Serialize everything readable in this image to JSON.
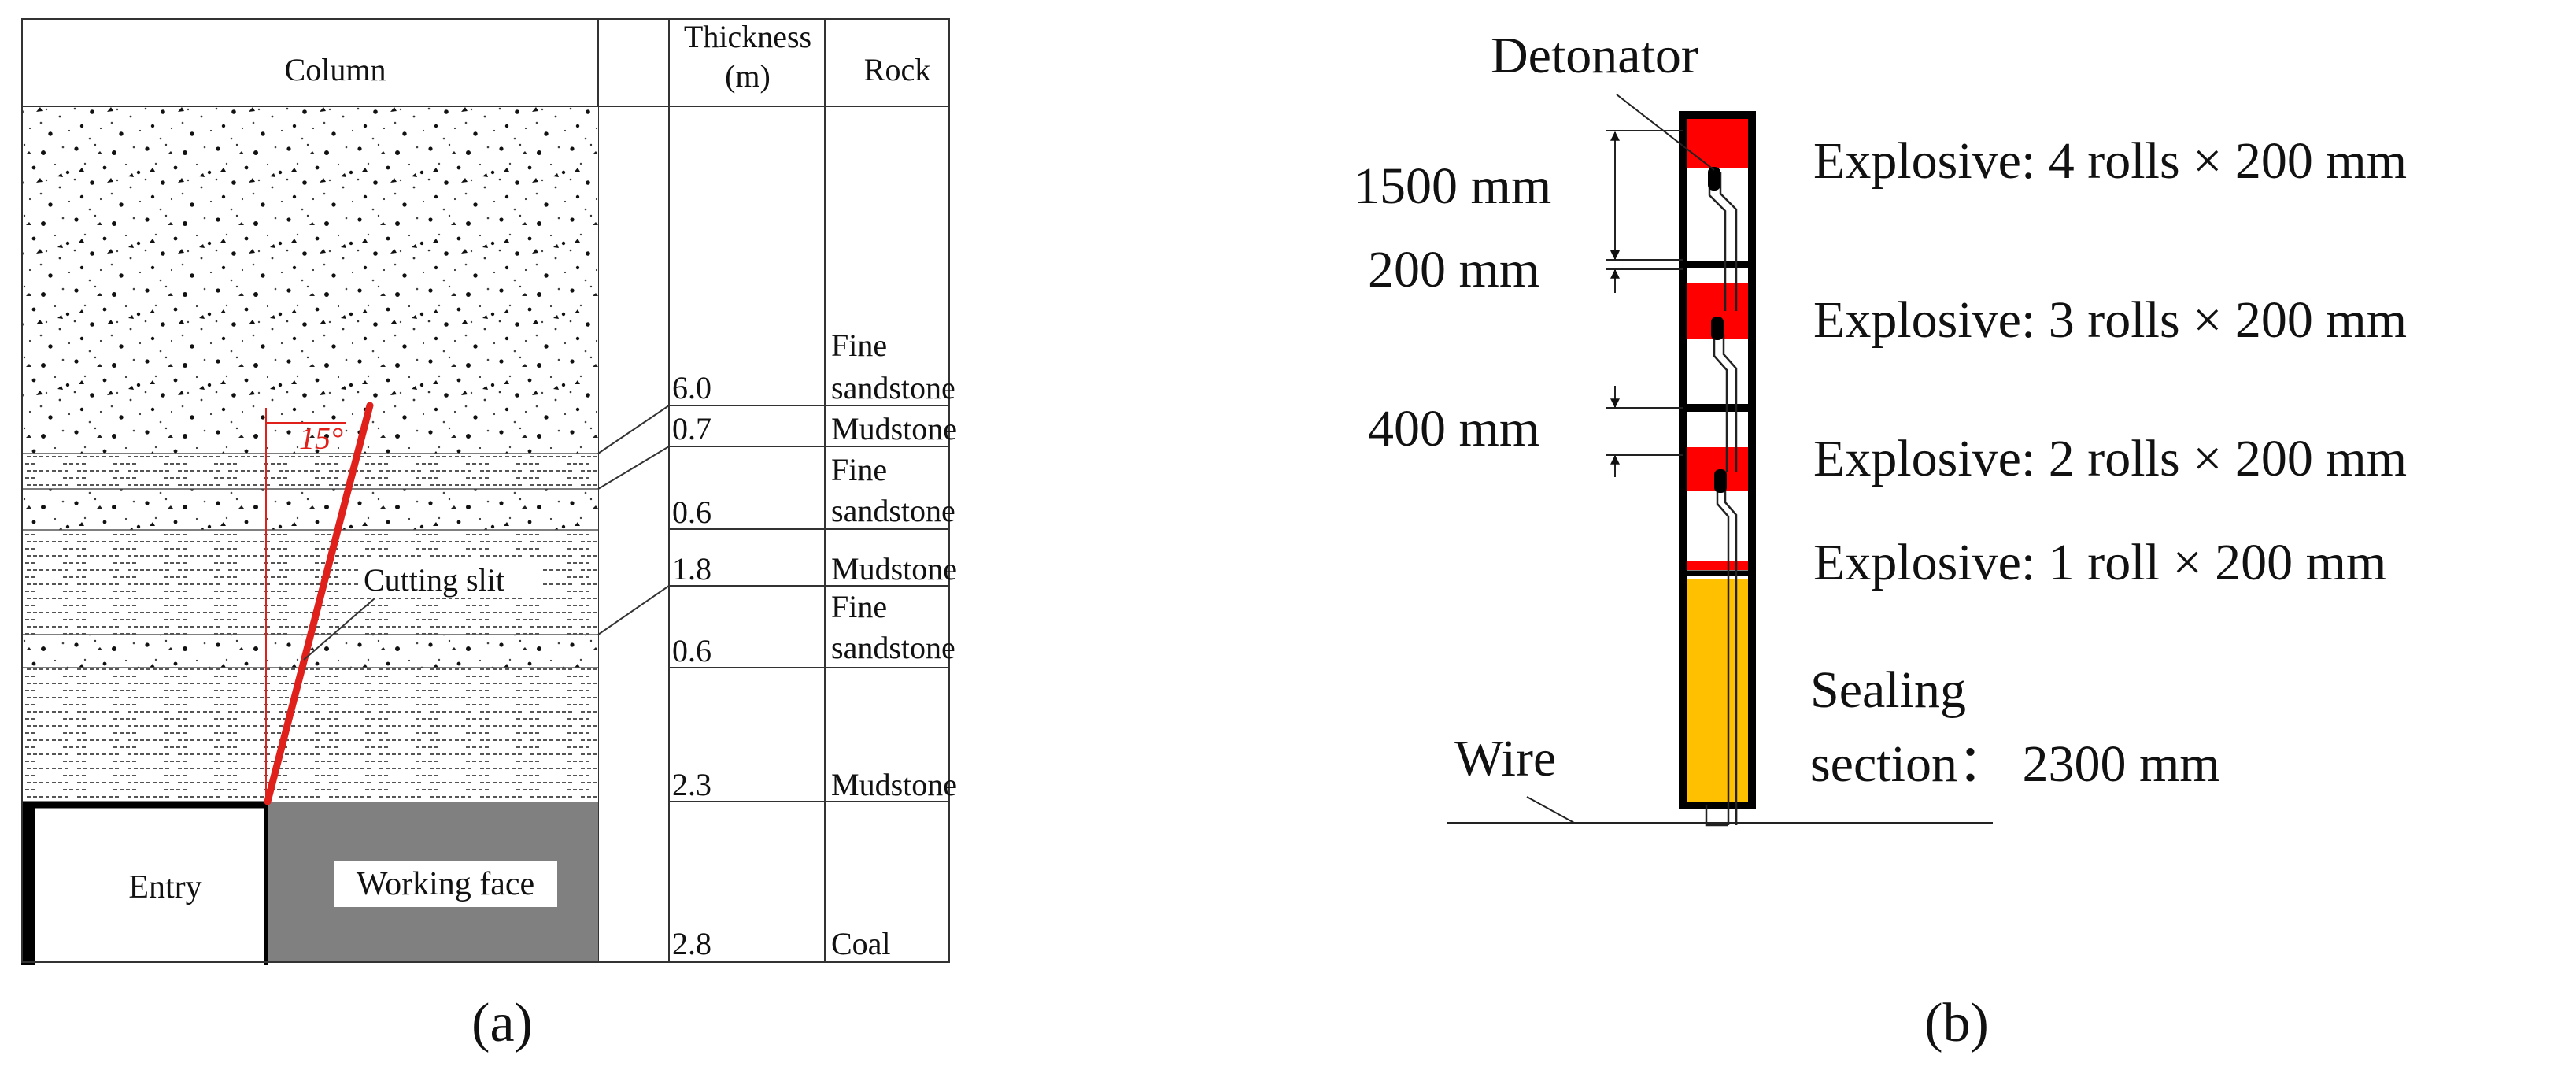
{
  "panel_a": {
    "header": {
      "column": "Column",
      "thickness": [
        "Thickness",
        "(m)"
      ],
      "rock": "Rock"
    },
    "layers": [
      {
        "thickness": "6.0",
        "rock": [
          "Fine",
          "sandstone"
        ],
        "pattern": "sandstone"
      },
      {
        "thickness": "0.7",
        "rock": [
          "Mudstone"
        ],
        "pattern": "mudstone"
      },
      {
        "thickness": "0.6",
        "rock": [
          "Fine",
          "sandstone"
        ],
        "pattern": "sandstone"
      },
      {
        "thickness": "1.8",
        "rock": [
          "Mudstone"
        ],
        "pattern": "mudstone"
      },
      {
        "thickness": "0.6",
        "rock": [
          "Fine",
          "sandstone"
        ],
        "pattern": "sandstone"
      },
      {
        "thickness": "2.3",
        "rock": [
          "Mudstone"
        ],
        "pattern": "mudstone"
      },
      {
        "thickness": "2.8",
        "rock": [
          "Coal"
        ],
        "pattern": "coal"
      }
    ],
    "entry_label": "Entry",
    "working_face_label": "Working face",
    "cutting_slit_label": "Cutting slit",
    "angle_label": "15°",
    "caption": "(a)"
  },
  "panel_b": {
    "detonator_label": "Detonator",
    "dims": [
      "1500 mm",
      "200 mm",
      "400 mm"
    ],
    "explosives": [
      "Explosive:  4 rolls × 200 mm",
      "Explosive:  3 rolls × 200 mm",
      "Explosive:  2 rolls × 200 mm",
      "Explosive:  1 roll × 200 mm"
    ],
    "sealing_label": [
      "Sealing",
      "section： 2300 mm"
    ],
    "wire_label": "Wire",
    "caption": "(b)"
  },
  "colors": {
    "explosive": "#ff0000",
    "sealing": "#ffc000",
    "coal": "#808080",
    "slit": "#e0201b"
  }
}
